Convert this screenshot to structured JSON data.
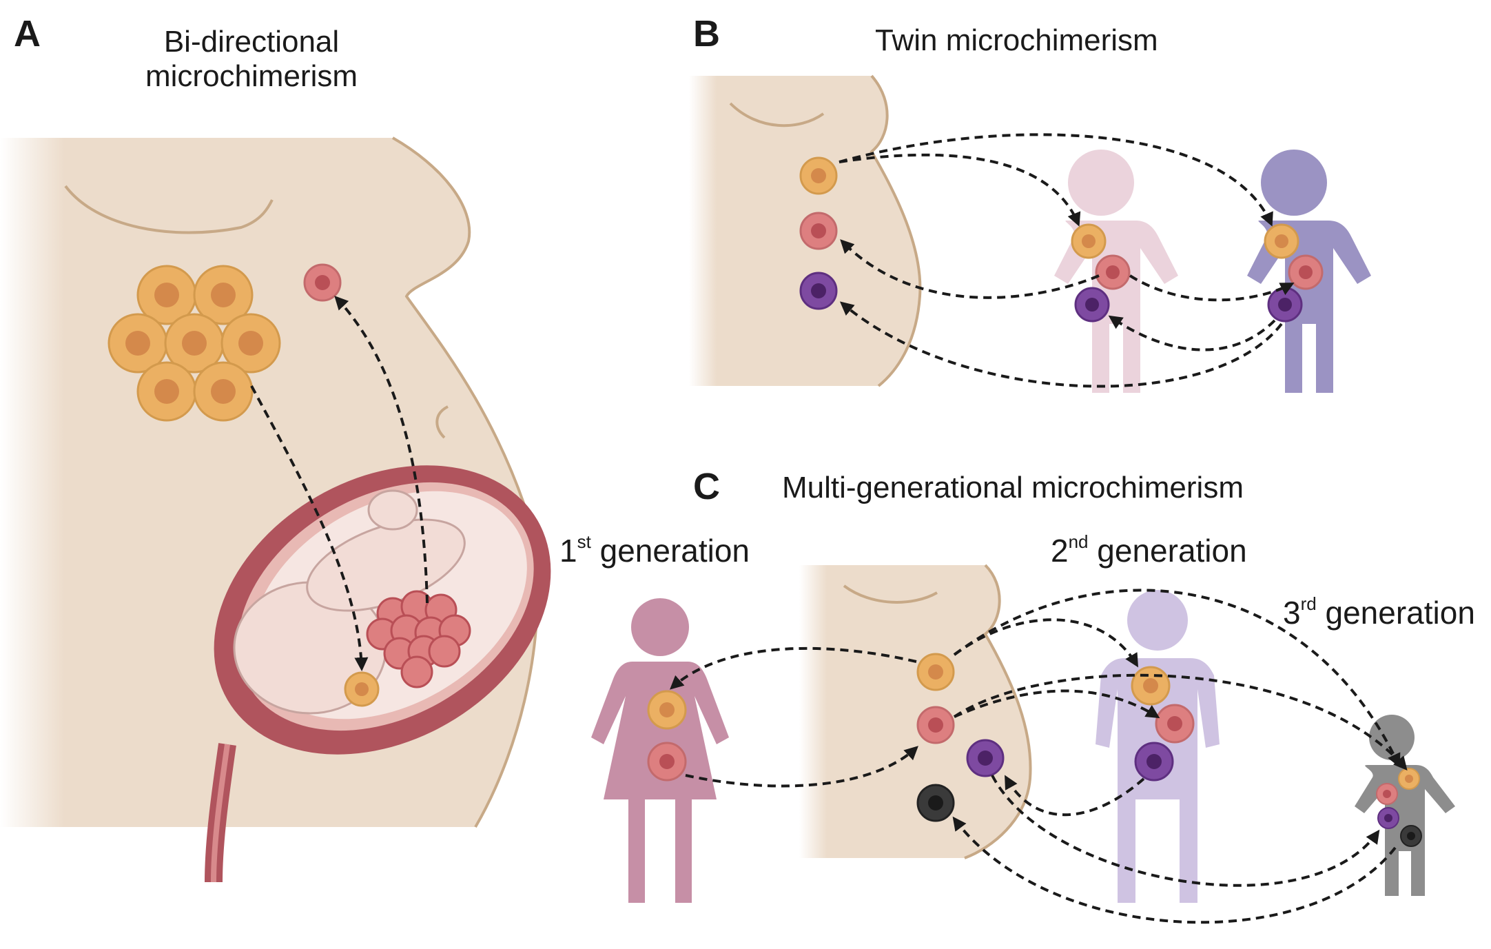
{
  "panels": {
    "a": {
      "letter": "A",
      "title_line1": "Bi-directional",
      "title_line2": "microchimerism"
    },
    "b": {
      "letter": "B",
      "title": "Twin microchimerism"
    },
    "c": {
      "letter": "C",
      "title": "Multi-generational microchimerism",
      "gen1": {
        "num": "1",
        "sup": "st",
        "word": "generation"
      },
      "gen2": {
        "num": "2",
        "sup": "nd",
        "word": "generation"
      },
      "gen3": {
        "num": "3",
        "sup": "rd",
        "word": "generation"
      }
    }
  },
  "colors": {
    "skin": "#ecdccb",
    "skin_edge": "#c7a987",
    "maternal_cell": "#ebb063",
    "fetal_cell": "#dd7f80",
    "purple_cell": "#7e4aa1",
    "black_cell": "#3a3a3a",
    "twin1_figure": "#ebd3dc",
    "twin2_figure": "#9b93c3",
    "gen1_figure": "#c68fa6",
    "gen2_figure": "#cfc3e2",
    "gen3_figure": "#8d8d8d",
    "uterus": "#b0545d",
    "arrow": "#1a1a1a"
  }
}
